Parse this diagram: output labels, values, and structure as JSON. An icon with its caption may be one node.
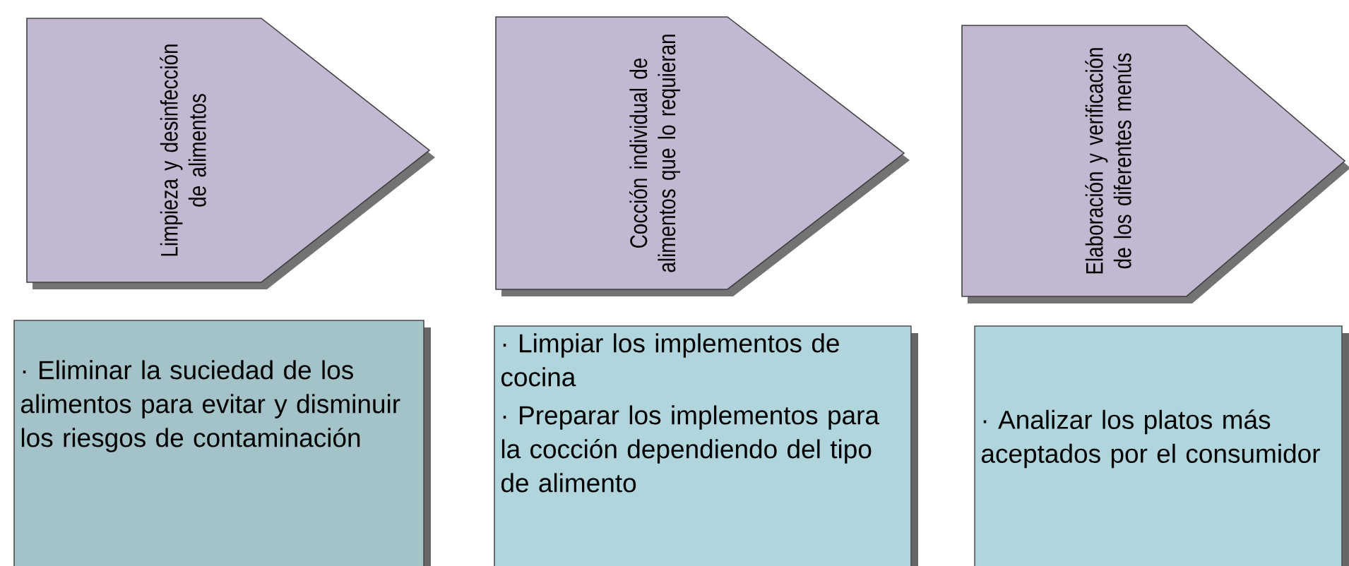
{
  "diagram": {
    "nodes": [
      {
        "text": [
          "Limpieza y desinfección de alimentos"
        ]
      },
      {
        "text": [
          "Cocción individual de alimentos que lo requieran"
        ]
      },
      {
        "text": [
          "Elaboración y verificación de los diferentes menús"
        ]
      },
      {
        "text": [
          "· Eliminar la suciedad de los alimentos para evitar y disminuir los riesgos de contaminación"
        ]
      },
      {
        "text": [
          "· Limpiar los implementos de cocina",
          "· Preparar los implementos para la cocción dependiendo del tipo de alimento"
        ]
      },
      {
        "text": [
          "· Analizar los platos más aceptados por el consumidor"
        ]
      }
    ]
  }
}
